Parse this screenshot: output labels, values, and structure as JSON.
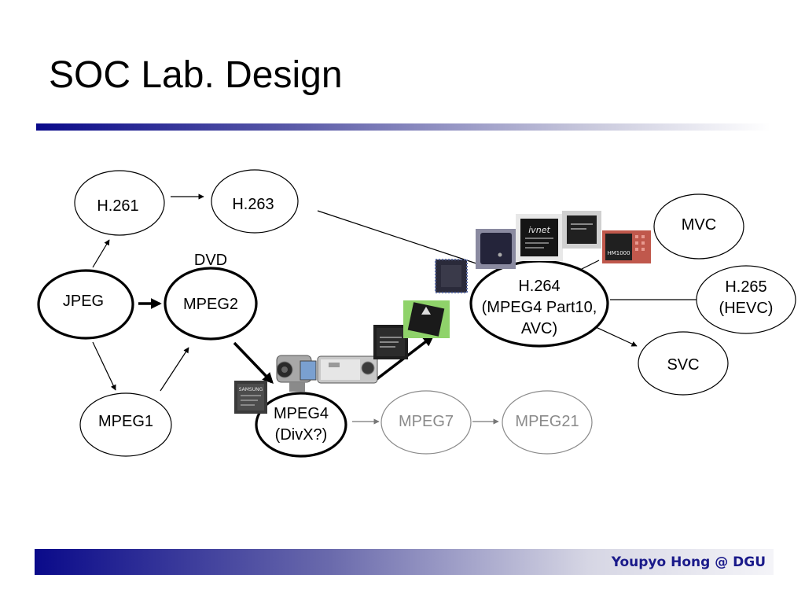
{
  "slide": {
    "title": "SOC Lab. Design",
    "footer": "Youpyo Hong @ DGU"
  },
  "colors": {
    "accent": "#0a0a8a",
    "footer_text": "#1a1a8a",
    "faded": "#8a8a8a"
  },
  "nodes": {
    "h261": {
      "label": "H.261"
    },
    "h263": {
      "label": "H.263"
    },
    "jpeg": {
      "label": "JPEG"
    },
    "mpeg2": {
      "label": "MPEG2"
    },
    "dvd": {
      "label": "DVD"
    },
    "mpeg1": {
      "label": "MPEG1"
    },
    "mpeg4": {
      "lines": [
        "MPEG4",
        "(DivX?)"
      ]
    },
    "mpeg7": {
      "label": "MPEG7"
    },
    "mpeg21": {
      "label": "MPEG21"
    },
    "h264": {
      "lines": [
        "H.264",
        "(MPEG4 Part10,",
        "AVC)"
      ]
    },
    "mvc": {
      "label": "MVC"
    },
    "h265": {
      "lines": [
        "H.265",
        "(HEVC)"
      ]
    },
    "svc": {
      "label": "SVC"
    }
  },
  "chips": {
    "samsung": "SAMSUNG",
    "ivnet": "ivnet",
    "hm1000": "HM1000"
  },
  "icons": [
    "samsung-chip-icon",
    "camcorder-icon",
    "digital-camera-icon",
    "chip-icon",
    "ivnet-chip-icon",
    "hm1000-chip-icon"
  ]
}
